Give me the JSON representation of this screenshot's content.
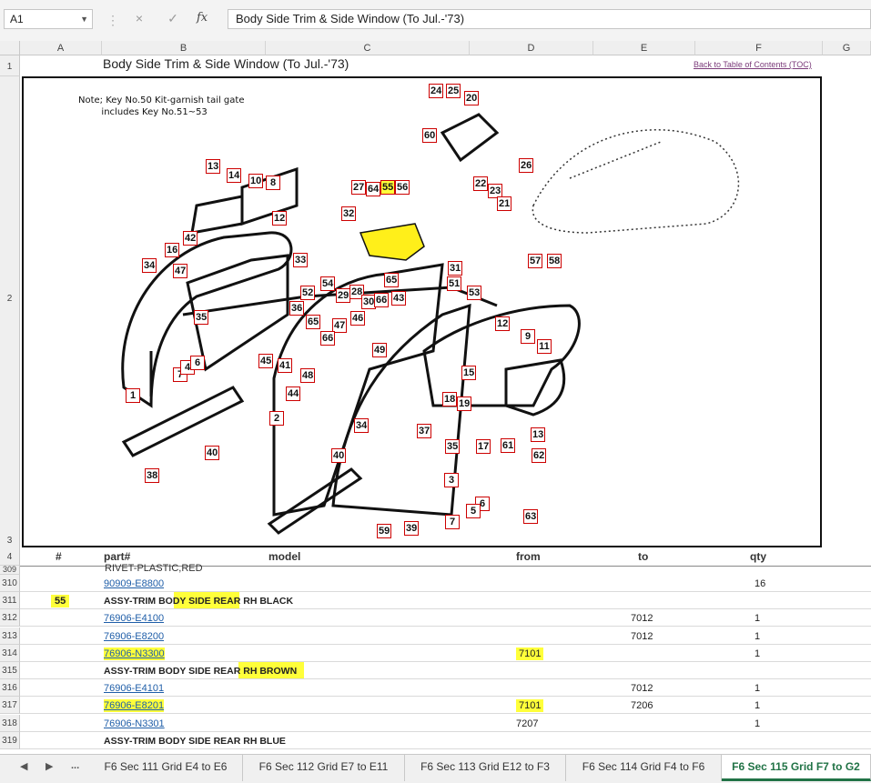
{
  "formula_bar": {
    "name_box": "A1",
    "cancel_icon": "×",
    "enter_icon": "✓",
    "fx_label": "fx",
    "formula": "Body Side Trim & Side Window (To Jul.-'73)"
  },
  "columns": [
    "A",
    "B",
    "C",
    "D",
    "E",
    "F",
    "G"
  ],
  "rows_top": [
    "1",
    "2",
    "3",
    "4"
  ],
  "sheet": {
    "title": "Body Side Trim & Side Window (To Jul.-'73)",
    "toc_link": "Back to Table of Contents (TOC)",
    "note": "Note; Key No.50 Kit-garnish tail gate\n        includes Key No.51~53",
    "callouts": [
      "24",
      "25",
      "20",
      "60",
      "26",
      "13",
      "14",
      "10",
      "8",
      "27",
      "64",
      "55",
      "56",
      "22",
      "23",
      "21",
      "42",
      "12",
      "32",
      "16",
      "34",
      "47",
      "33",
      "31",
      "57",
      "58",
      "54",
      "29",
      "28",
      "65",
      "51",
      "53",
      "35",
      "36",
      "52",
      "30",
      "66",
      "43",
      "65",
      "47",
      "46",
      "12",
      "9",
      "11",
      "66",
      "49",
      "45",
      "41",
      "48",
      "15",
      "7",
      "4",
      "6",
      "44",
      "1",
      "18",
      "19",
      "2",
      "34",
      "37",
      "17",
      "61",
      "13",
      "35",
      "62",
      "40",
      "38",
      "40",
      "3",
      "6",
      "5",
      "7",
      "63",
      "59",
      "39"
    ],
    "headers": {
      "num": "#",
      "part": "part#",
      "model": "model",
      "from": "from",
      "to": "to",
      "qty": "qty"
    },
    "partial_row": {
      "row": "309",
      "text": "RIVET-PLASTIC,RED"
    },
    "rows": [
      {
        "row": "310",
        "num": "",
        "part": "90909-E8800",
        "link": true,
        "from": "",
        "to": "",
        "qty": "16"
      },
      {
        "row": "311",
        "num": "55",
        "part": "ASSY-TRIM BODY SIDE REAR RH BLACK",
        "link": false,
        "from": "",
        "to": "",
        "qty": ""
      },
      {
        "row": "312",
        "num": "",
        "part": "76906-E4100",
        "link": true,
        "from": "",
        "to": "7012",
        "qty": "1"
      },
      {
        "row": "313",
        "num": "",
        "part": "76906-E8200",
        "link": true,
        "from": "",
        "to": "7012",
        "qty": "1"
      },
      {
        "row": "314",
        "num": "",
        "part": "76906-N3300",
        "link": true,
        "from": "7101",
        "to": "",
        "qty": "1"
      },
      {
        "row": "315",
        "num": "",
        "part": "ASSY-TRIM BODY SIDE REAR RH BROWN",
        "link": false,
        "from": "",
        "to": "",
        "qty": ""
      },
      {
        "row": "316",
        "num": "",
        "part": "76906-E4101",
        "link": true,
        "from": "",
        "to": "7012",
        "qty": "1"
      },
      {
        "row": "317",
        "num": "",
        "part": "76906-E8201",
        "link": true,
        "from": "7101",
        "to": "7206",
        "qty": "1"
      },
      {
        "row": "318",
        "num": "",
        "part": "76906-N3301",
        "link": true,
        "from": "7207",
        "to": "",
        "qty": "1"
      },
      {
        "row": "319",
        "num": "",
        "part": "ASSY-TRIM BODY SIDE REAR RH BLUE",
        "link": false,
        "from": "",
        "to": "",
        "qty": ""
      }
    ]
  },
  "tabs": {
    "prev_icon": "◀",
    "next_icon": "▶",
    "more": "...",
    "items": [
      "F6 Sec 111 Grid E4 to E6",
      "F6 Sec 112 Grid E7 to E11",
      "F6 Sec 113 Grid E12 to F3",
      "F6 Sec 114 Grid F4 to F6",
      "F6 Sec 115 Grid F7 to G2"
    ],
    "active": "F6 Sec 115 Grid F7 to G2"
  },
  "colors": {
    "highlight": "#ffff3a",
    "link": "#1f5ea8",
    "active_tab": "#217346",
    "callout_border": "#cc0000"
  }
}
